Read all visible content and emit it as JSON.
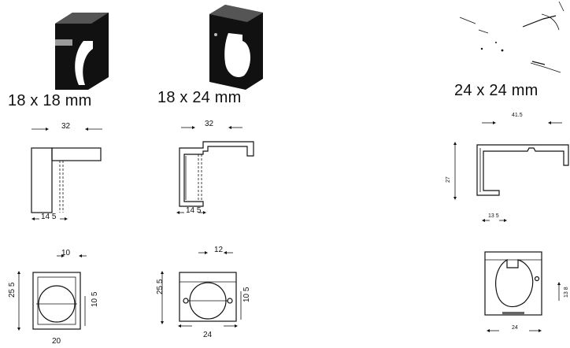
{
  "variants": [
    {
      "size_label": "18 x 18 mm",
      "side_view": {
        "width_dim": "32",
        "depth_dim": "14 5"
      },
      "front_view": {
        "top_dim": "10",
        "height_dim": "25 5",
        "right_dim": "10 5",
        "bottom_dim": "20"
      }
    },
    {
      "size_label": "18 x 24 mm",
      "side_view": {
        "width_dim": "32",
        "depth_dim": "14 5"
      },
      "front_view": {
        "top_dim": "12",
        "height_dim": "25 5",
        "right_dim": "10 5",
        "bottom_dim": "24"
      }
    },
    {
      "size_label": "24 x 24 mm",
      "side_view": {
        "width_dim": "41.5",
        "height_dim": "27",
        "depth_dim": "13 5"
      },
      "front_view": {
        "right_dim": "13 8",
        "bottom_dim": "24"
      }
    }
  ],
  "colors": {
    "ink": "#111111",
    "fill": "#111111",
    "paper": "#ffffff"
  }
}
